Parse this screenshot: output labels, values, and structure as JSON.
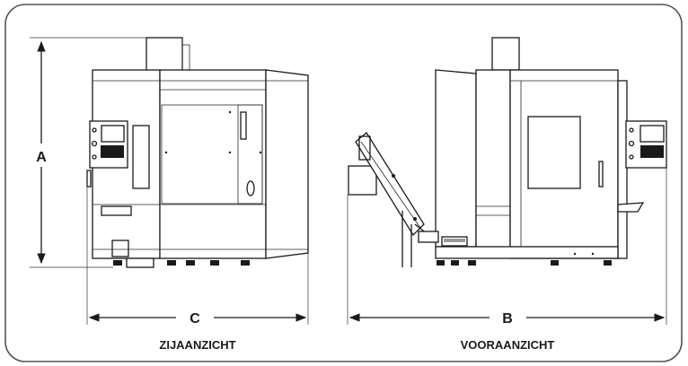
{
  "frame": {
    "border_color": "#555555"
  },
  "dimensions": {
    "height_label": "A",
    "depth_label": "C",
    "width_label": "B"
  },
  "views": {
    "side_caption": "ZIJAANZICHT",
    "front_caption": "VOORAANZICHT"
  },
  "icons": [
    "side-view-machine-icon",
    "front-view-machine-icon",
    "chip-conveyor-icon",
    "control-pendant-icon"
  ]
}
